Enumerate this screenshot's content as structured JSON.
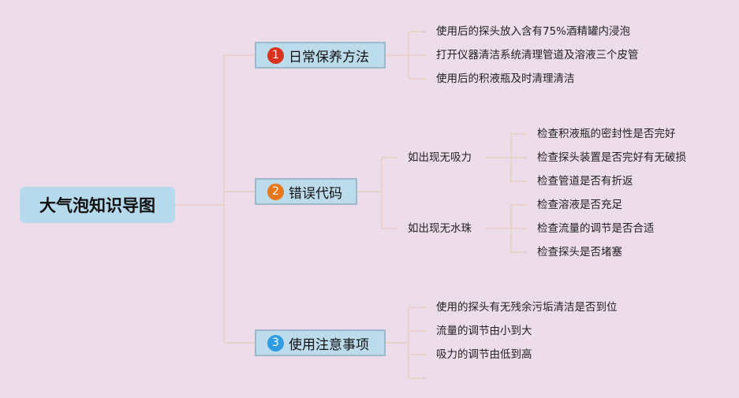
{
  "root": {
    "label": "大气泡知识导图"
  },
  "branches": [
    {
      "number": "1",
      "label": "日常保养方法",
      "badge_color": "#d9321f",
      "items": [
        "使用后的探头放入含有75%酒精罐内浸泡",
        "打开仪器清洁系统清理管道及溶液三个皮管",
        "使用后的积液瓶及时清理清洁"
      ]
    },
    {
      "number": "2",
      "label": "错误代码",
      "badge_color": "#e8761c",
      "groups": [
        {
          "label": "如出现无吸力",
          "items": [
            "检查积液瓶的密封性是否完好",
            "检查探头装置是否完好有无破损",
            "检查管道是否有折返"
          ]
        },
        {
          "label": "如出现无水珠",
          "items": [
            "检查溶液是否充足",
            "检查流量的调节是否合适",
            "检查探头是否堵塞"
          ]
        }
      ]
    },
    {
      "number": "3",
      "label": "使用注意事项",
      "badge_color": "#2f9be0",
      "items": [
        "使用的探头有无残余污垢清洁是否到位",
        "流量的调节由小到大",
        "吸力的调节由低到高"
      ]
    }
  ],
  "colors": {
    "background": "#eddcea",
    "node_fill": "#bcdcec",
    "connector": "#e7cfbf"
  }
}
